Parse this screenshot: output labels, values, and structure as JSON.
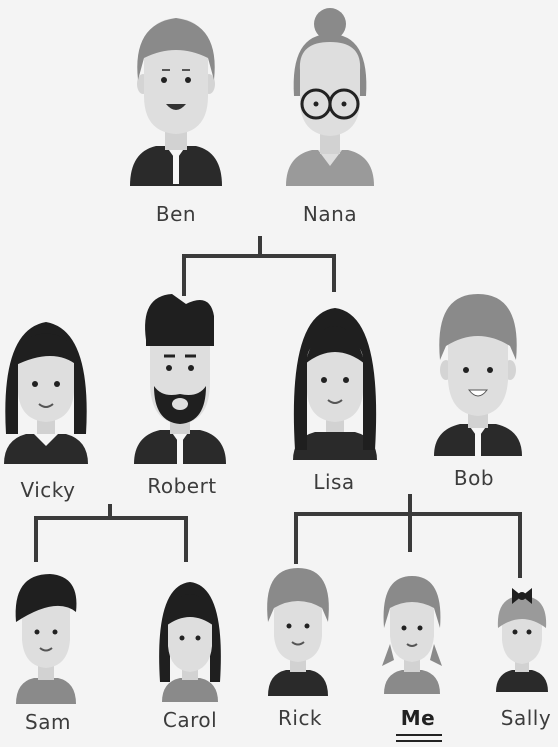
{
  "family": {
    "grandparents": [
      {
        "name": "Ben"
      },
      {
        "name": "Nana"
      }
    ],
    "parents": [
      {
        "name": "Vicky"
      },
      {
        "name": "Robert"
      },
      {
        "name": "Lisa"
      },
      {
        "name": "Bob"
      }
    ],
    "children": [
      {
        "name": "Sam"
      },
      {
        "name": "Carol"
      },
      {
        "name": "Rick"
      },
      {
        "name": "Me"
      },
      {
        "name": "Sally"
      }
    ]
  },
  "colors": {
    "line": "#3a3a3a",
    "skin": "#dedede",
    "hair_dark": "#1f1f1f",
    "hair_gray": "#8a8a8a",
    "suit": "#2a2a2a",
    "shirt": "#f6f6f6"
  }
}
